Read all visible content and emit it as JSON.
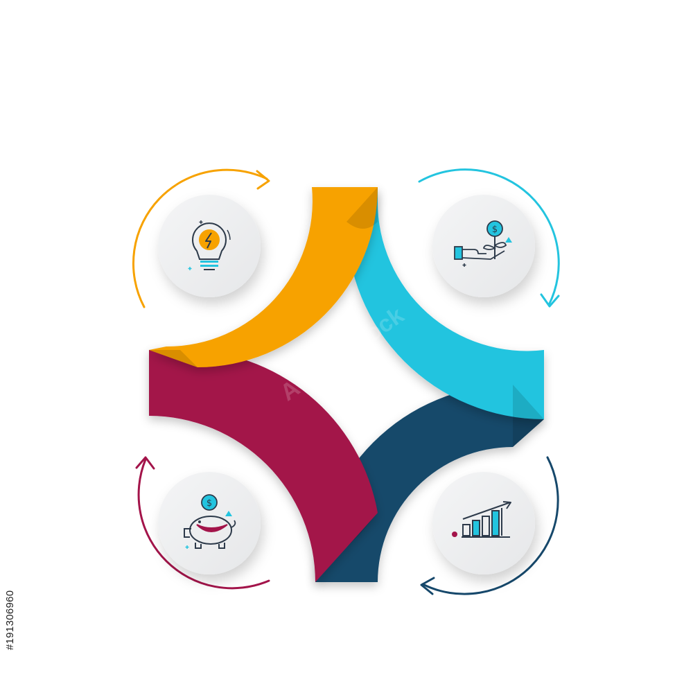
{
  "diagram": {
    "type": "four-step cycle infographic",
    "colors": {
      "orange": "#F7A200",
      "cyan": "#23C4DF",
      "crimson": "#A3144A",
      "navy": "#16486B",
      "circle_fill": "#EEEFF1"
    },
    "steps": [
      {
        "position": "top-left",
        "color": "orange",
        "icon": "lightbulb-icon",
        "arrow": "clockwise-arrow"
      },
      {
        "position": "top-right",
        "color": "cyan",
        "icon": "hand-money-plant-icon",
        "arrow": "clockwise-arrow"
      },
      {
        "position": "bottom-right",
        "color": "navy",
        "icon": "growth-chart-icon",
        "arrow": "clockwise-arrow"
      },
      {
        "position": "bottom-left",
        "color": "crimson",
        "icon": "piggy-bank-icon",
        "arrow": "clockwise-arrow"
      }
    ]
  },
  "watermark": {
    "text": "Adobe Stock"
  },
  "side_id": {
    "text": "#191306960"
  }
}
